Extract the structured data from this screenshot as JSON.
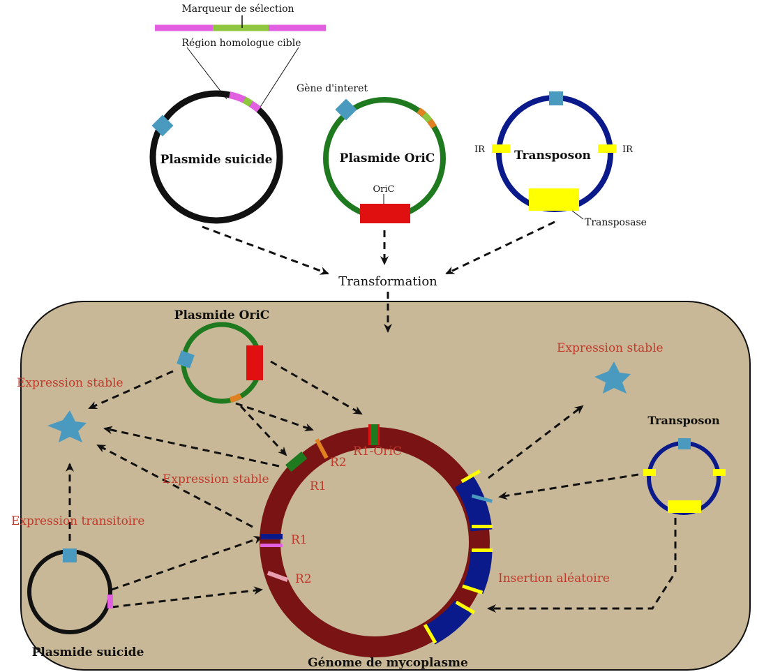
{
  "colors": {
    "cell": "#c8b897",
    "genome": "#7a1414",
    "red_text": "#c0392b",
    "pink": "#e060e0",
    "green": "#8ec63f",
    "dark_green": "#1f7a1f",
    "navy": "#0a1a8a",
    "yellow": "#ffff00",
    "red": "#e01010",
    "orange": "#e08020",
    "teal": "#4a9ac0"
  },
  "top": {
    "selection_marker": "Marqueur de sélection",
    "homolog_region": "Région homologue cible",
    "gene_of_interest": "Gène d'interet",
    "suicide_plasmid": "Plasmide suicide",
    "oric_plasmid": "Plasmide OriC",
    "oric": "OriC",
    "transposon": "Transposon",
    "ir_left": "IR",
    "ir_right": "IR",
    "transposase": "Transposase",
    "transformation": "Transformation"
  },
  "cell": {
    "oric_plasmid": "Plasmide OriC",
    "transposon": "Transposon",
    "suicide_plasmid": "Plasmide suicide",
    "genome": "Génome de mycoplasme",
    "expr_stable_left": "Expression stable",
    "expr_stable_mid": "Expression stable",
    "expr_stable_right": "Expression stable",
    "expr_transitory": "Expression transitoire",
    "random_insertion": "Insertion aléatoire",
    "r1_oric": "R1-OriC",
    "r2_top": "R2",
    "r1_top": "R1",
    "r1_mid": "R1",
    "r2_bottom": "R2"
  }
}
